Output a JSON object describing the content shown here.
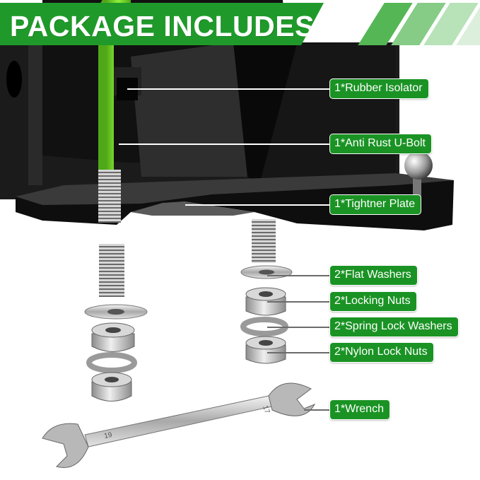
{
  "banner": {
    "title": "PACKAGE INCLUDES",
    "color": "#1f9a2a"
  },
  "labels": [
    "1*Rubber Isolator",
    "1*Anti Rust U-Bolt",
    "1*Tightner Plate",
    "2*Flat Washers",
    "2*Locking Nuts",
    "2*Spring Lock Washers",
    "2*Nylon Lock Nuts",
    "1*Wrench"
  ],
  "wrench": {
    "size_mark_right": "17",
    "size_mark_left": "19"
  },
  "colors": {
    "label_bg": "#1a9324",
    "ubolt_green": "#6fd21e",
    "mount_black": "#141414"
  }
}
